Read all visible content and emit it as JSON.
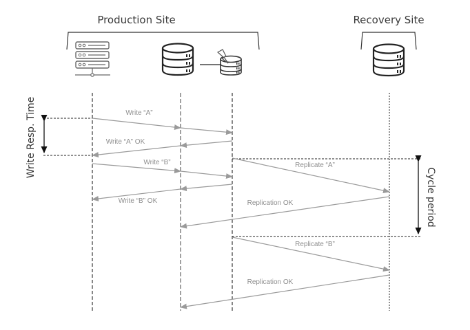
{
  "sites": {
    "production": {
      "title": "Production Site"
    },
    "recovery": {
      "title": "Recovery Site"
    }
  },
  "icons": {
    "host": "server-rack-icon",
    "primary_storage": "database-icon",
    "snapshot_storage": "database-snapshot-icon",
    "remote_storage": "database-icon"
  },
  "side_labels": {
    "write_response_time": "Write Resp. Time",
    "cycle_period": "Cycle period"
  },
  "participants": [
    "Host",
    "Primary Storage",
    "Journal / Snapshot",
    "Remote Storage"
  ],
  "messages": [
    {
      "label": "Write “A”",
      "from": "Host",
      "to": "Journal / Snapshot"
    },
    {
      "label": "Write “A” OK",
      "from": "Journal / Snapshot",
      "to": "Host"
    },
    {
      "label": "Write “B”",
      "from": "Host",
      "to": "Journal / Snapshot"
    },
    {
      "label": "Write “B” OK",
      "from": "Journal / Snapshot",
      "to": "Host"
    },
    {
      "label": "Replicate “A”",
      "from": "Journal / Snapshot",
      "to": "Remote Storage"
    },
    {
      "label": "Replication OK",
      "from": "Remote Storage",
      "to": "Primary Storage"
    },
    {
      "label": "Replicate “B”",
      "from": "Journal / Snapshot",
      "to": "Remote Storage"
    },
    {
      "label": "Replication OK",
      "from": "Remote Storage",
      "to": "Primary Storage"
    }
  ],
  "colors": {
    "message_arrow": "#9a9a9a",
    "guide_line": "#222222",
    "text": "#3a3a3a"
  }
}
